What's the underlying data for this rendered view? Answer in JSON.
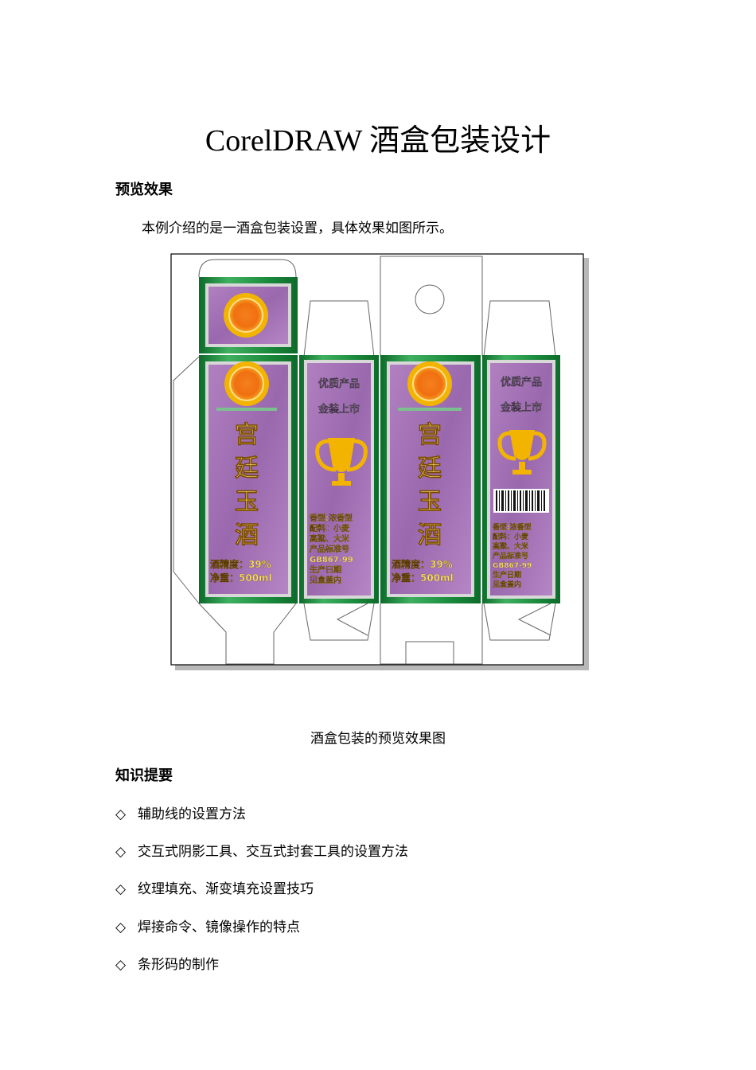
{
  "title": "CorelDRAW 酒盒包装设计",
  "section1": {
    "heading": "预览效果",
    "paragraph": "本例介绍的是一酒盒包装设置，具体效果如图所示。"
  },
  "figure": {
    "caption": "酒盒包装的预览效果图",
    "front_panel": {
      "name_chars": [
        "宫",
        "廷",
        "玉",
        "酒"
      ],
      "alcohol": "酒精度：39%",
      "net_weight": "净重：500ml"
    },
    "side_panel": {
      "slogan1": "优质产品",
      "slogan2": "金装上市",
      "info_lines": [
        "香型:浓香型",
        "配料：小麦",
        "高粱、大米",
        "产品标准号",
        "GB867-99",
        "生产日期",
        "见盒盖内"
      ]
    },
    "colors": {
      "panel_purple": "#a070b0",
      "frame_green": "#1f8a3a",
      "sun_orange": "#f08a20",
      "gold": "#f2b400",
      "text_gold": "#f8e070"
    }
  },
  "section2": {
    "heading": "知识提要",
    "bullet_mark": "◇",
    "items": [
      "辅助线的设置方法",
      "交互式阴影工具、交互式封套工具的设置方法",
      "纹理填充、渐变填充设置技巧",
      "焊接命令、镜像操作的特点",
      "条形码的制作"
    ]
  }
}
